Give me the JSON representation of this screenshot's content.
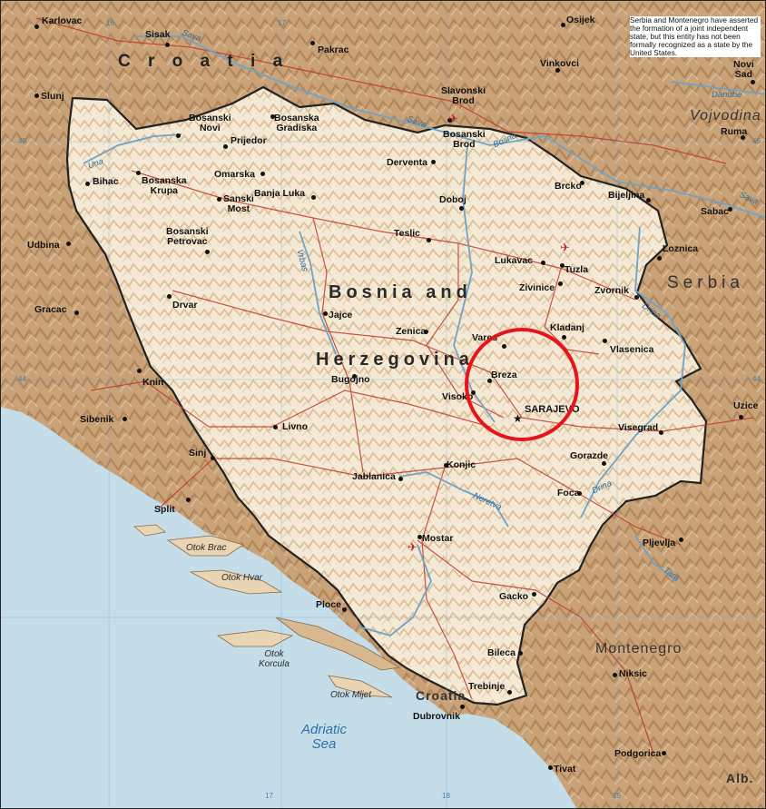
{
  "map": {
    "countries": {
      "croatia_north": "C r o a t i a",
      "bosnia_line1": "Bosnia and",
      "bosnia_line2": "Herzegovina",
      "serbia": "Serbia",
      "vojvodina": "Vojvodina",
      "montenegro": "Montenegro",
      "croatia_south": "Croatia",
      "albania": "Alb."
    },
    "water": {
      "adriatic": "Adriatic\nSea"
    },
    "rivers": {
      "sava_nw": "Sava",
      "sava_mid": "Sava",
      "sava_ne": "Sava",
      "una": "Una",
      "vrbas": "Vrbas",
      "bosna": "Bosna",
      "drina_n": "Drina",
      "drina_s": "Drina",
      "danube": "Danube",
      "neretva": "Neretva",
      "tara": "Tara"
    },
    "islands": {
      "brac": "Otok Brac",
      "hvar": "Otok Hvar",
      "korcula": "Otok\nKorcula",
      "mljet": "Otok  Mljet"
    },
    "cities": {
      "karlovac": "Karlovac",
      "sisak": "Sisak",
      "pakrac": "Pakrac",
      "osijek": "Osijek",
      "vinkovci": "Vinkovci",
      "novi_sad": "Novi\nSad",
      "slunj": "Slunj",
      "bosanski_novi": "Bosanski\nNovi",
      "bosanska_gradiska": "Bosanska\nGradiska",
      "prijedor": "Prijedor",
      "slavonski_brod": "Slavonski\nBrod",
      "bosanski_brod": "Bosanski\nBrod",
      "ruma": "Ruma",
      "omarska": "Omarska",
      "derventa": "Derventa",
      "bihac": "Bihac",
      "bosanska_krupa": "Bosanska\nKrupa",
      "banja_luka": "Banja Luka",
      "sanski_most": "Sanski\nMost",
      "doboj": "Doboj",
      "brcko": "Brcko",
      "bijeljina": "Bijeljina",
      "sabac": "Sabac",
      "udbina": "Udbina",
      "bosanski_petrovac": "Bosanski\nPetrovac",
      "teslic": "Teslic",
      "lukavac": "Lukavac",
      "tuzla": "Tuzla",
      "loznica": "Loznica",
      "zivinice": "Zivinice",
      "zvornik": "Zvornik",
      "gracac": "Gracac",
      "drvar": "Drvar",
      "jajce": "Jajce",
      "zenica": "Zenica",
      "vares": "Vares",
      "kladanj": "Kladanj",
      "vlasenica": "Vlasenica",
      "knin": "Knin",
      "bugojno": "Bugojno",
      "breza": "Breza",
      "visoko": "Visoko",
      "sarajevo": "SARAJEVO",
      "uzice": "Uzice",
      "visegrad": "Visegrad",
      "sibenik": "Sibenik",
      "livno": "Livno",
      "sinj": "Sinj",
      "gorazde": "Gorazde",
      "jablanica": "Jablanica",
      "konjic": "Konjic",
      "foca": "Foca",
      "split": "Split",
      "pljevlja": "Pljevlja",
      "mostar": "Mostar",
      "ploce": "Ploce",
      "gacko": "Gacko",
      "bileca": "Bileca",
      "niksic": "Niksic",
      "trebinje": "Trebinje",
      "dubrovnik": "Dubrovnik",
      "podgorica": "Podgorica",
      "tivat": "Tivat"
    },
    "grid": {
      "lon16": "16",
      "lon17_top": "17",
      "lon17_bot": "17",
      "lon18_bot": "18",
      "lon19_bot": "19",
      "lat45_left": "45",
      "lat45_right": "45",
      "lat44_left": "44",
      "lat44_right": "44"
    },
    "note": "Serbia and Montenegro have asserted the formation of a joint independent state, but this entity has not been formally recognized as a state by the United States.",
    "colors": {
      "sea": "#c4dde9",
      "bosnia_land": "#f3e6cf",
      "neighbor_land": "#c9a277",
      "highlight": "#e8141c",
      "roads": "#c0392b",
      "rivers": "#6fa3c8"
    }
  }
}
